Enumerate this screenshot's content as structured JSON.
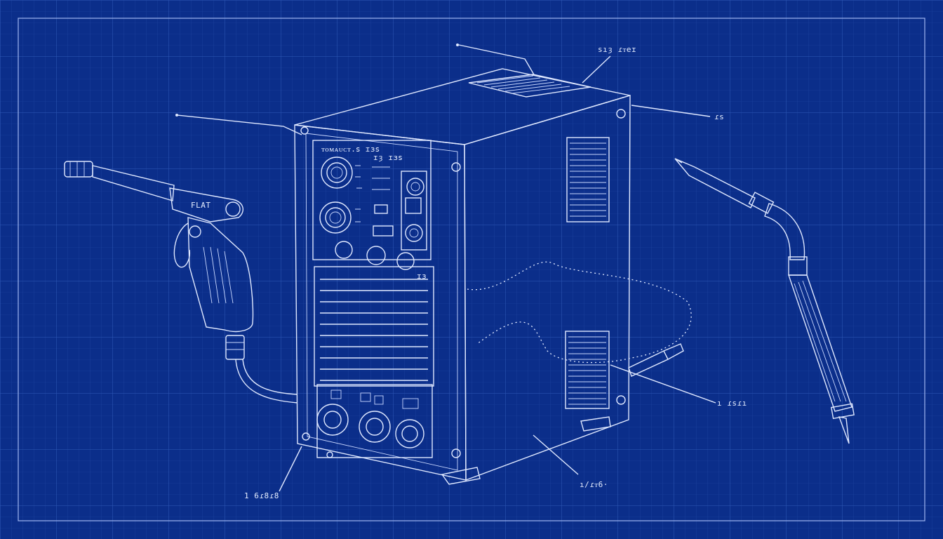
{
  "colors": {
    "background": "#0b2e8a",
    "grid_minor": "#2147a3",
    "grid_major": "#2f59b8",
    "line": "#dfe8ff"
  },
  "callouts": {
    "top": "sıȝ ɾᴛeɪ",
    "right_upper": "ɾs",
    "right_lower": "ı ɾsɾı",
    "bottom_center": "ı/ɾᴛ6·",
    "bottom_left": "1 6ɾ8ɾ8"
  },
  "welder": {
    "panel_title": "ᴛᴏᴍᴀᴜᴄᴛ.ꜱ ɪɜꜱ",
    "panel_code": "ɪȝ ɪɜꜱ",
    "vent_label": "ɪɜ"
  },
  "gun": {
    "label": "FLAT"
  }
}
